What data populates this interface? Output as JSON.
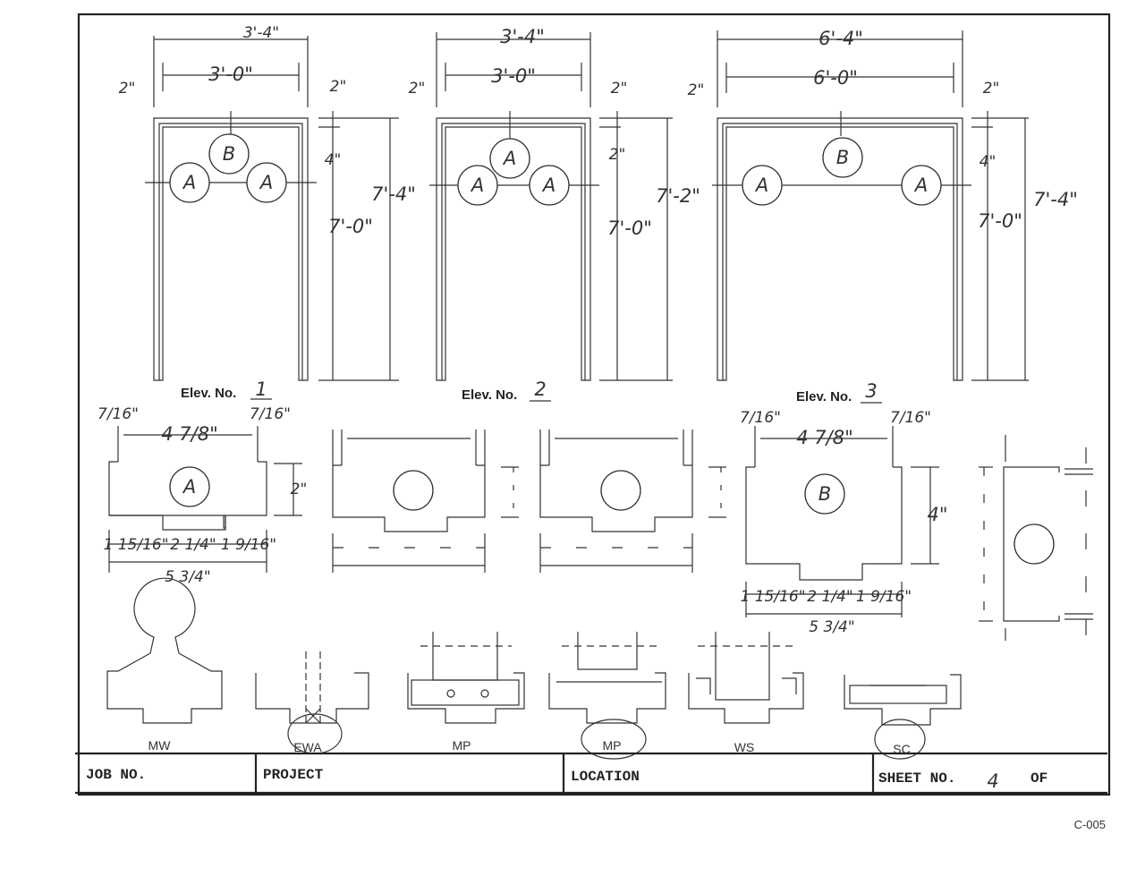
{
  "elevations": [
    {
      "label": "Elev. No.",
      "number": "1",
      "overall_width": "3'-4\"",
      "opening_width": "3'-0\"",
      "left_face": "2\"",
      "right_face": "2\"",
      "head": "4\"",
      "overall_height": "7'-4\"",
      "opening_height": "7'-0\"",
      "anchors": [
        "A",
        "B",
        "A"
      ]
    },
    {
      "label": "Elev. No.",
      "number": "2",
      "overall_width": "3'-4\"",
      "opening_width": "3'-0\"",
      "left_face": "2\"",
      "right_face": "2\"",
      "head": "2\"",
      "overall_height": "7'-2\"",
      "opening_height": "7'-0\"",
      "anchors": [
        "A",
        "A",
        "A"
      ]
    },
    {
      "label": "Elev. No.",
      "number": "3",
      "overall_width": "6'-4\"",
      "opening_width": "6'-0\"",
      "left_face": "2\"",
      "right_face": "2\"",
      "head": "4\"",
      "overall_height": "7'-4\"",
      "opening_height": "7'-0\"",
      "anchors": [
        "A",
        "B",
        "A"
      ]
    }
  ],
  "sections": {
    "a": {
      "tag": "A",
      "return_left": "7/16\"",
      "return_right": "7/16\"",
      "throat": "4 7/8\"",
      "depth": "2\"",
      "soffit_left": "1 15/16\"",
      "soffit_mid": "2 1/4\"",
      "soffit_right": "1 9/16\"",
      "overall": "5 3/4\""
    },
    "b": {
      "tag": "B",
      "return_left": "7/16\"",
      "return_right": "7/16\"",
      "throat": "4 7/8\"",
      "depth": "4\"",
      "soffit_left": "1 15/16\"",
      "soffit_mid": "2 1/4\"",
      "soffit_right": "1 9/16\"",
      "overall": "5 3/4\""
    }
  },
  "profiles": [
    "MW",
    "EWA",
    "MP",
    "MP",
    "WS",
    "SC"
  ],
  "title_block": {
    "job_no": "JOB NO.",
    "project": "PROJECT",
    "location": "LOCATION",
    "sheet_no": "SHEET NO.",
    "sheet_value": "4",
    "of": "OF"
  },
  "drawing_code": "C-005"
}
